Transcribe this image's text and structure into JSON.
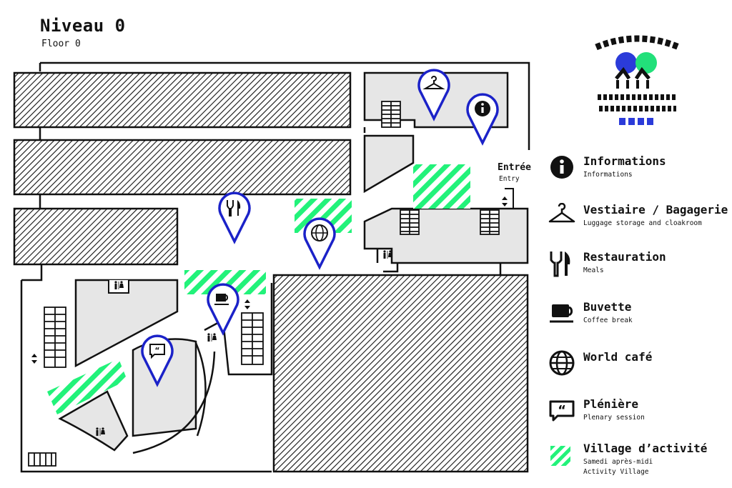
{
  "header": {
    "title": "Niveau 0",
    "subtitle": "Floor 0"
  },
  "entrance": {
    "label": "Entrée",
    "sublabel": "Entry"
  },
  "logo": {
    "text": "FESTIVAL DES SOLIDARITÉS DE LA JEUNESSE 2022",
    "colors": [
      "#2b3bd9",
      "#22e07a"
    ]
  },
  "colors": {
    "pin": "#1b22c8",
    "village": "#22f27a",
    "wall": "#111111",
    "room": "#e6e6e6"
  },
  "legend": [
    {
      "icon": "info-icon",
      "title": "Informations",
      "subtitle": "Informations"
    },
    {
      "icon": "hanger-icon",
      "title": "Vestiaire / Bagagerie",
      "subtitle": "Luggage storage and cloakroom"
    },
    {
      "icon": "fork-knife-icon",
      "title": "Restauration",
      "subtitle": "Meals"
    },
    {
      "icon": "coffee-cup-icon",
      "title": "Buvette",
      "subtitle": "Coffee break"
    },
    {
      "icon": "globe-icon",
      "title": "World café",
      "subtitle": ""
    },
    {
      "icon": "speech-bubble-icon",
      "title": "Plénière",
      "subtitle": "Plenary session"
    },
    {
      "icon": "village-hatch-icon",
      "title": "Village d’activité",
      "subtitle": "Samedi après-midi",
      "subtitle2": "Activity Village"
    }
  ]
}
